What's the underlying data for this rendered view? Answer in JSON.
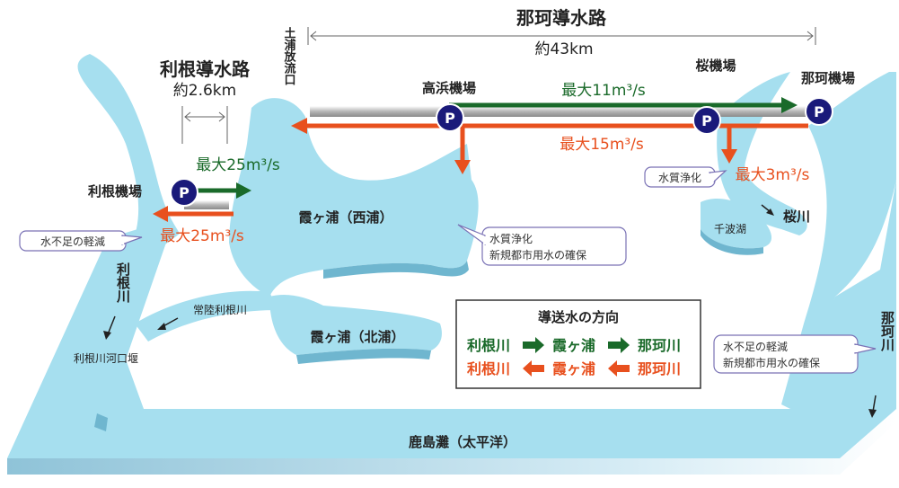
{
  "tone_route": {
    "title": "利根導水路",
    "distance": "約2.6km"
  },
  "naka_route": {
    "title": "那珂導水路",
    "distance": "約43km"
  },
  "tsuchiura_outlet": "土浦放流口",
  "pumps": {
    "tone": "利根機場",
    "takahama": "高浜機場",
    "sakura": "桜機場",
    "naka": "那珂機場",
    "icon_letter": "P"
  },
  "flows": {
    "naka_green": "最大11m³/s",
    "naka_red": "最大15m³/s",
    "sakura_red": "最大3m³/s",
    "tone_green": "最大25m³/s",
    "tone_red": "最大25m³/s"
  },
  "lakes": {
    "nishiura": "霞ヶ浦（西浦）",
    "kitaura": "霞ヶ浦（北浦）",
    "senba": "千波湖",
    "kashimanada": "鹿島灘（太平洋）"
  },
  "rivers": {
    "sakuragawa": "桜川",
    "tonegawa_vertical": "利根川",
    "nakagawa_vertical": "那珂川",
    "hitachi_tone": "常陸利根川",
    "tone_estuary": "利根川河口堰"
  },
  "callouts": {
    "water_quality": "水質浄化",
    "nishiura_line1": "水質浄化",
    "nishiura_line2": "新規都市用水の確保",
    "shortage_left": "水不足の軽減",
    "naka_line1": "水不足の軽減",
    "naka_line2": "新規都市用水の確保"
  },
  "legend": {
    "title": "導送水の方向",
    "row1": {
      "a": "利根川",
      "b": "霞ヶ浦",
      "c": "那珂川",
      "color": "#1a6a2a"
    },
    "row2": {
      "a": "利根川",
      "b": "霞ヶ浦",
      "c": "那珂川",
      "color": "#e8501e"
    }
  },
  "colors": {
    "water": "#a6dfef",
    "water_dark": "#6fb6cf",
    "green_arrow": "#1a6a2a",
    "red_arrow": "#e8501e",
    "pump_fill": "#1a1a7a",
    "pipe": "#bdbdbd"
  }
}
